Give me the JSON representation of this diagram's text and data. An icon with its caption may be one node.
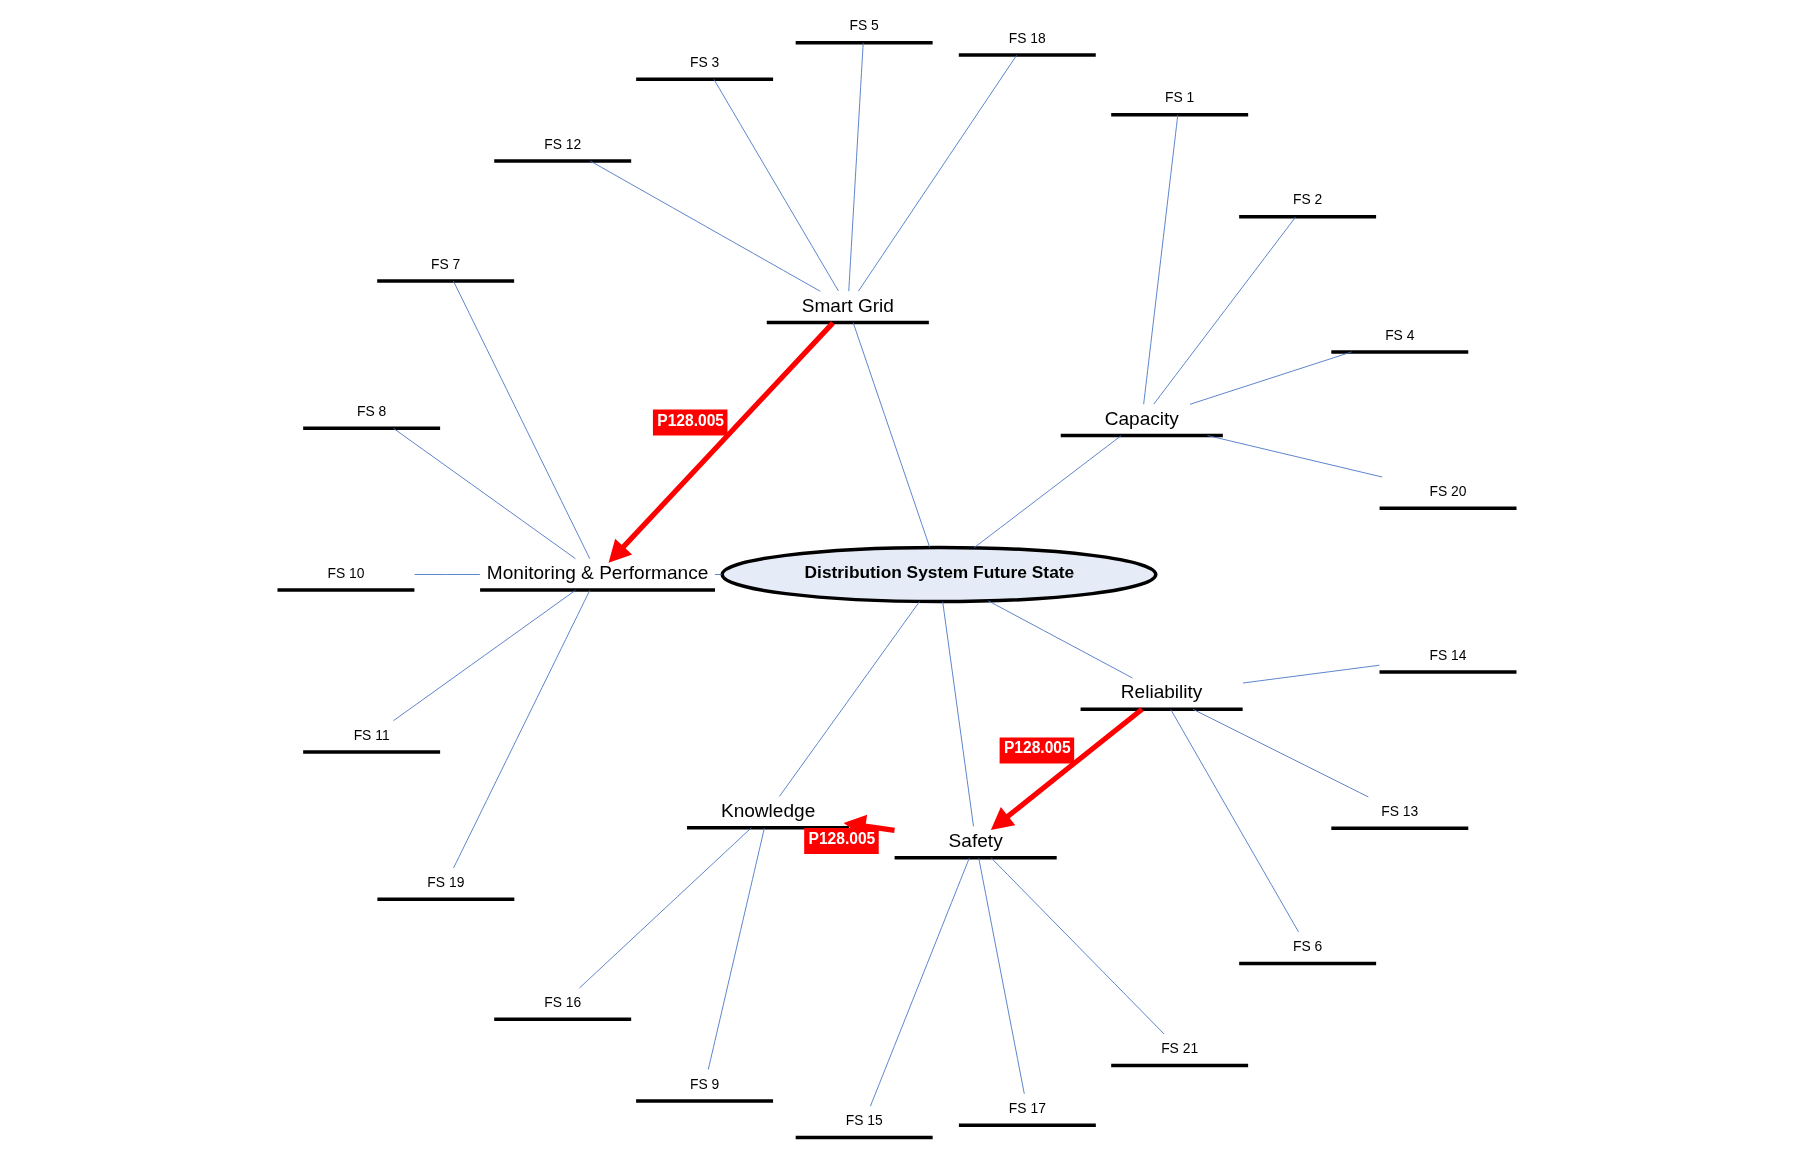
{
  "diagram": {
    "nodes": [
      {
        "text": [
          "Distribution System Future State"
        ]
      },
      {
        "text": [
          "Capacity"
        ]
      },
      {
        "text": [
          "FS 20"
        ]
      },
      {
        "text": [
          "FS 4"
        ]
      },
      {
        "text": [
          "FS 2"
        ]
      },
      {
        "text": [
          "FS 1"
        ]
      },
      {
        "text": [
          "Reliability"
        ]
      },
      {
        "text": [
          "FS 6"
        ]
      },
      {
        "text": [
          "FS 13"
        ]
      },
      {
        "text": [
          "FS 14"
        ]
      },
      {
        "text": [
          "Smart Grid"
        ]
      },
      {
        "text": [
          "FS 18"
        ]
      },
      {
        "text": [
          "FS 5"
        ]
      },
      {
        "text": [
          "FS 3"
        ]
      },
      {
        "text": [
          "FS 12"
        ]
      },
      {
        "text": [
          "Safety"
        ]
      },
      {
        "text": [
          "FS 15"
        ]
      },
      {
        "text": [
          "FS 17"
        ]
      },
      {
        "text": [
          "FS 21"
        ]
      },
      {
        "text": [
          "Monitoring & Performance"
        ]
      },
      {
        "text": [
          "FS 7"
        ]
      },
      {
        "text": [
          "FS 8"
        ]
      },
      {
        "text": [
          "FS 10"
        ]
      },
      {
        "text": [
          "FS 11"
        ]
      },
      {
        "text": [
          "FS 19"
        ]
      },
      {
        "text": [
          "Knowledge"
        ]
      },
      {
        "text": [
          "FS 16"
        ]
      },
      {
        "text": [
          "FS 9"
        ]
      }
    ],
    "edges": [
      {
        "from": 0,
        "to": 1,
        "arrow": "none"
      },
      {
        "from": 0,
        "to": 10,
        "arrow": "none"
      },
      {
        "from": 0,
        "to": 19,
        "arrow": "none"
      },
      {
        "from": 0,
        "to": 25,
        "arrow": "none"
      },
      {
        "from": 0,
        "to": 15,
        "arrow": "none"
      },
      {
        "from": 0,
        "to": 6,
        "arrow": "none"
      },
      {
        "from": 1,
        "to": 2,
        "arrow": "none"
      },
      {
        "from": 1,
        "to": 3,
        "arrow": "none"
      },
      {
        "from": 1,
        "to": 4,
        "arrow": "none"
      },
      {
        "from": 1,
        "to": 5,
        "arrow": "none"
      },
      {
        "from": 10,
        "to": 11,
        "arrow": "none"
      },
      {
        "from": 10,
        "to": 12,
        "arrow": "none"
      },
      {
        "from": 10,
        "to": 13,
        "arrow": "none"
      },
      {
        "from": 10,
        "to": 14,
        "arrow": "none"
      },
      {
        "from": 19,
        "to": 20,
        "arrow": "none"
      },
      {
        "from": 19,
        "to": 21,
        "arrow": "none"
      },
      {
        "from": 19,
        "to": 22,
        "arrow": "none"
      },
      {
        "from": 19,
        "to": 23,
        "arrow": "none"
      },
      {
        "from": 19,
        "to": 24,
        "arrow": "none"
      },
      {
        "from": 25,
        "to": 26,
        "arrow": "none"
      },
      {
        "from": 25,
        "to": 27,
        "arrow": "none"
      },
      {
        "from": 15,
        "to": 16,
        "arrow": "none"
      },
      {
        "from": 15,
        "to": 17,
        "arrow": "none"
      },
      {
        "from": 15,
        "to": 18,
        "arrow": "none"
      },
      {
        "from": 6,
        "to": 7,
        "arrow": "none"
      },
      {
        "from": 6,
        "to": 8,
        "arrow": "none"
      },
      {
        "from": 6,
        "to": 9,
        "arrow": "none"
      },
      {
        "from": 6,
        "to": 15,
        "arrow": "to",
        "label": "P128.005",
        "style": "thick",
        "color": "#ff0000"
      },
      {
        "from": 10,
        "to": 19,
        "arrow": "to",
        "label": "P128.005",
        "style": "thick",
        "color": "#ff0000"
      },
      {
        "from": 15,
        "to": 25,
        "arrow": "to",
        "label": "P128.005",
        "style": "thick",
        "color": "#ff0000"
      }
    ]
  }
}
